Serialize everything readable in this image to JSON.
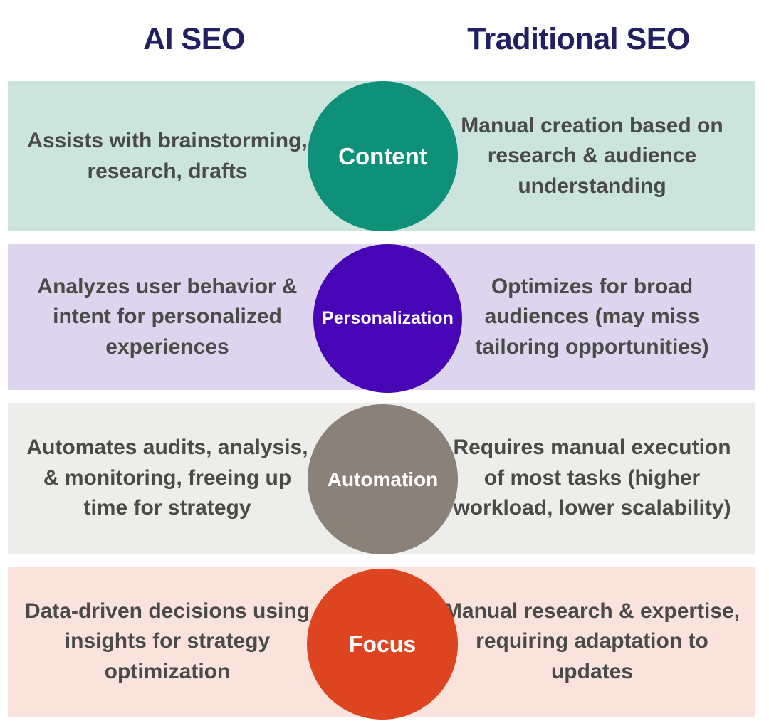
{
  "columns": {
    "left_header": "AI SEO",
    "right_header": "Traditional SEO"
  },
  "colors": {
    "header_text": "#232062",
    "body_text": "#4a4a48",
    "circle_text": "#ffffff",
    "row1_band": "#cbe5dd",
    "row1_circle": "#0e9178",
    "row2_band": "#ddd5ed",
    "row2_circle": "#4705b5",
    "row3_band": "#ededeb",
    "row3_circle": "#8c8179",
    "row4_band": "#f9e3dc",
    "row4_circle": "#dc4520"
  },
  "rows": [
    {
      "category": "Content",
      "ai_seo": "Assists with brainstorming, research, drafts",
      "traditional_seo": "Manual creation based on research & audience understanding"
    },
    {
      "category": "Personalization",
      "ai_seo": "Analyzes user behavior & intent for personalized experiences",
      "traditional_seo": "Optimizes for broad audiences (may miss tailoring opportunities)"
    },
    {
      "category": "Automation",
      "ai_seo": "Automates audits, analysis, & monitoring, freeing up time for strategy",
      "traditional_seo": "Requires manual execution of most tasks (higher workload, lower scalability)"
    },
    {
      "category": "Focus",
      "ai_seo": "Data-driven decisions using insights for strategy optimization",
      "traditional_seo": "Manual research & expertise, requiring adaptation to updates"
    }
  ]
}
